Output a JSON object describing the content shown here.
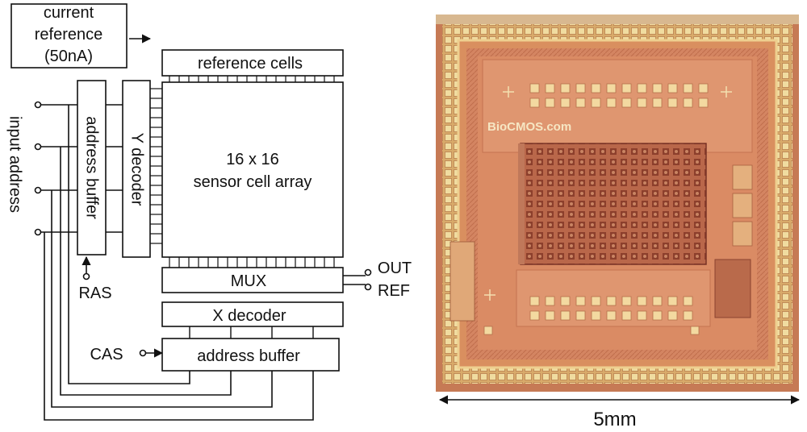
{
  "block_diagram": {
    "current_reference": {
      "line1": "current",
      "line2": "reference",
      "line3": "(50nA)"
    },
    "reference_cells": "reference cells",
    "sensor_array": {
      "line1": "16 x 16",
      "line2": "sensor cell array"
    },
    "y_decoder": "Y decoder",
    "row_address_buffer": "address buffer",
    "input_address": "input address",
    "mux": "MUX",
    "x_decoder": "X decoder",
    "col_address_buffer": "address buffer",
    "ras": "RAS",
    "cas": "CAS",
    "out": "OUT",
    "ref": "REF"
  },
  "chip_photo": {
    "logo": "BioCMOS.com",
    "scale_label": "5mm"
  },
  "colors": {
    "line": "#111111",
    "die_base": "#d9855e",
    "pad_ring": "#e7c98a",
    "array_dark": "#9a4a35"
  }
}
